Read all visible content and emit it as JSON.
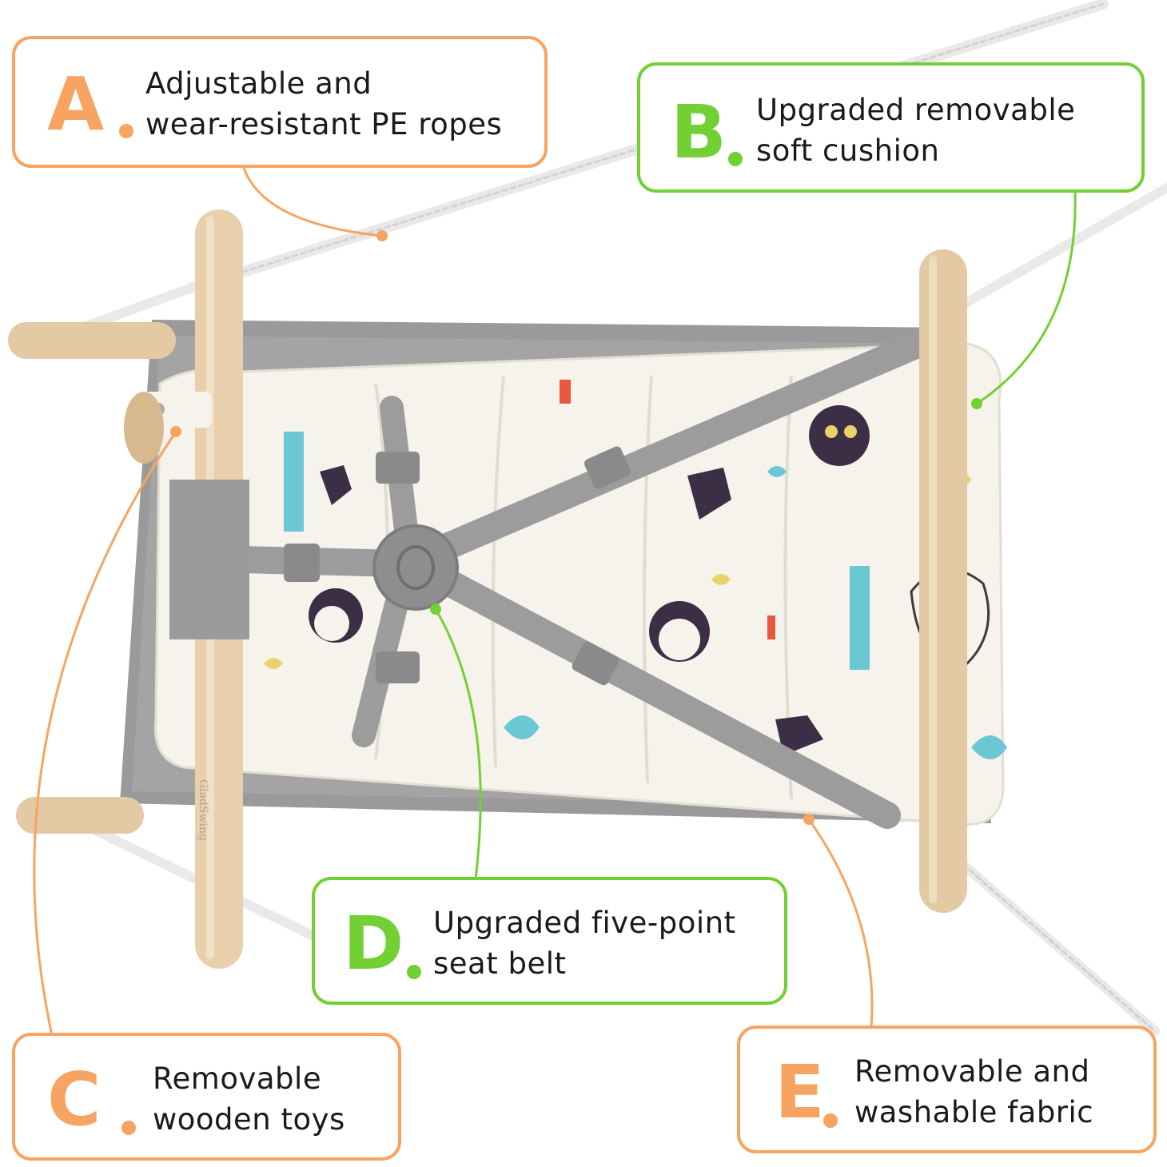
{
  "colors": {
    "orange": "#f7a462",
    "green": "#72d034",
    "fabric": "#9a9a9a",
    "wood": "#e3c9a4",
    "cushion": "#f6f3ec"
  },
  "brand_text": "GladSwing",
  "callouts": {
    "a": {
      "letter": "A",
      "line1": "Adjustable and",
      "line2": "wear-resistant PE ropes"
    },
    "b": {
      "letter": "B",
      "line1": "Upgraded removable",
      "line2": "soft cushion"
    },
    "c": {
      "letter": "C",
      "line1": "Removable",
      "line2": "wooden toys"
    },
    "d": {
      "letter": "D",
      "line1": "Upgraded five-point",
      "line2": "seat belt"
    },
    "e": {
      "letter": "E",
      "line1": "Removable and",
      "line2": "washable fabric"
    }
  }
}
